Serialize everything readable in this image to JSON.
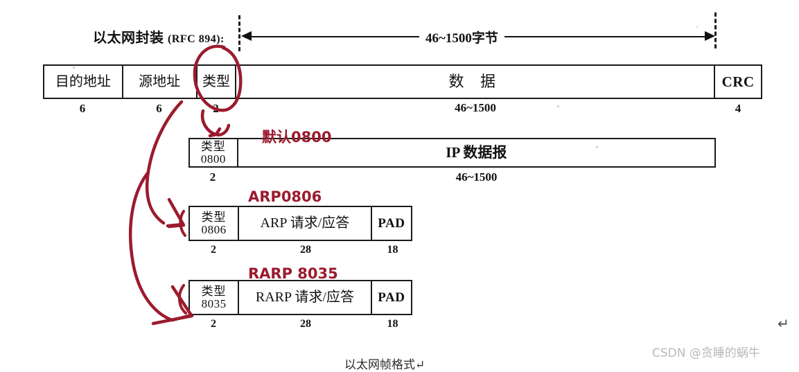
{
  "diagram": {
    "title_cn": "以太网封装",
    "title_rfc": "(RFC 894):",
    "dimension_label": "46~1500字节",
    "caption": "以太网帧格式↵"
  },
  "main_frame": {
    "cells": [
      {
        "label": "目的地址",
        "size": "6"
      },
      {
        "label": "源地址",
        "size": "6"
      },
      {
        "label": "类型",
        "size": "2"
      },
      {
        "label": "数 据",
        "size": "46~1500"
      },
      {
        "label": "CRC",
        "size": "4"
      }
    ]
  },
  "ip_frame": {
    "type_line1": "类型",
    "type_line2": "0800",
    "type_size": "2",
    "body": "IP 数据报",
    "body_size": "46~1500"
  },
  "arp_frame": {
    "type_line1": "类型",
    "type_line2": "0806",
    "type_size": "2",
    "body": "ARP 请求/应答",
    "body_size": "28",
    "pad": "PAD",
    "pad_size": "18"
  },
  "rarp_frame": {
    "type_line1": "类型",
    "type_line2": "8035",
    "type_size": "2",
    "body": "RARP 请求/应答",
    "body_size": "28",
    "pad": "PAD",
    "pad_size": "18"
  },
  "annotations": {
    "ink_color": "#9b1b2e",
    "default_0800": "默认0800",
    "arp_0806": "ARP0806",
    "rarp_8035": "RARP 8035"
  },
  "watermark": {
    "text": "CSDN @贪睡的蜗牛",
    "return_glyph": "↵"
  }
}
